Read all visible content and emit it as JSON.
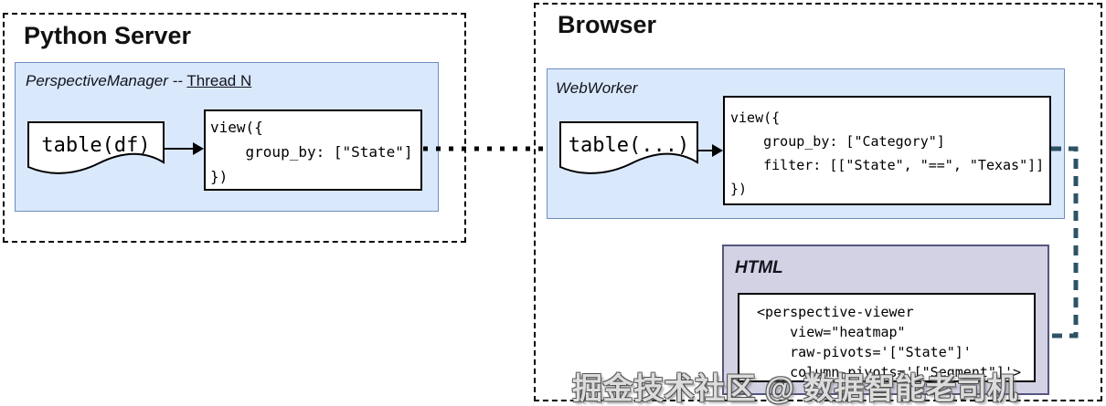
{
  "python_server": {
    "title": "Python Server",
    "manager_label": "PerspectiveManager --",
    "manager_thread": "Thread N",
    "table_label": "table(df)",
    "view_code": "view({\n    group_by: [\"State\"]\n})"
  },
  "browser": {
    "title": "Browser",
    "worker_label": "WebWorker",
    "table_label": "table(...)",
    "view_code": "view({\n    group_by: [\"Category\"]\n    filter: [[\"State\", \"==\", \"Texas\"]]\n})",
    "html_label": "HTML",
    "viewer_code": " <perspective-viewer\n     view=\"heatmap\"\n     raw-pivots='[\"State\"]'\n     column-pivots='[\"Segment\"]'>"
  },
  "watermark": "掘金技术社区 @ 数据智能老司机",
  "colors": {
    "node_fill_blue": "#dae8fc",
    "node_border_blue": "#6c8ebf",
    "node_fill_purple": "#d2d2e4",
    "node_border_purple": "#56567e",
    "connector_dark_teal": "#2e5266",
    "connector_black": "#000000",
    "background": "#ffffff"
  }
}
